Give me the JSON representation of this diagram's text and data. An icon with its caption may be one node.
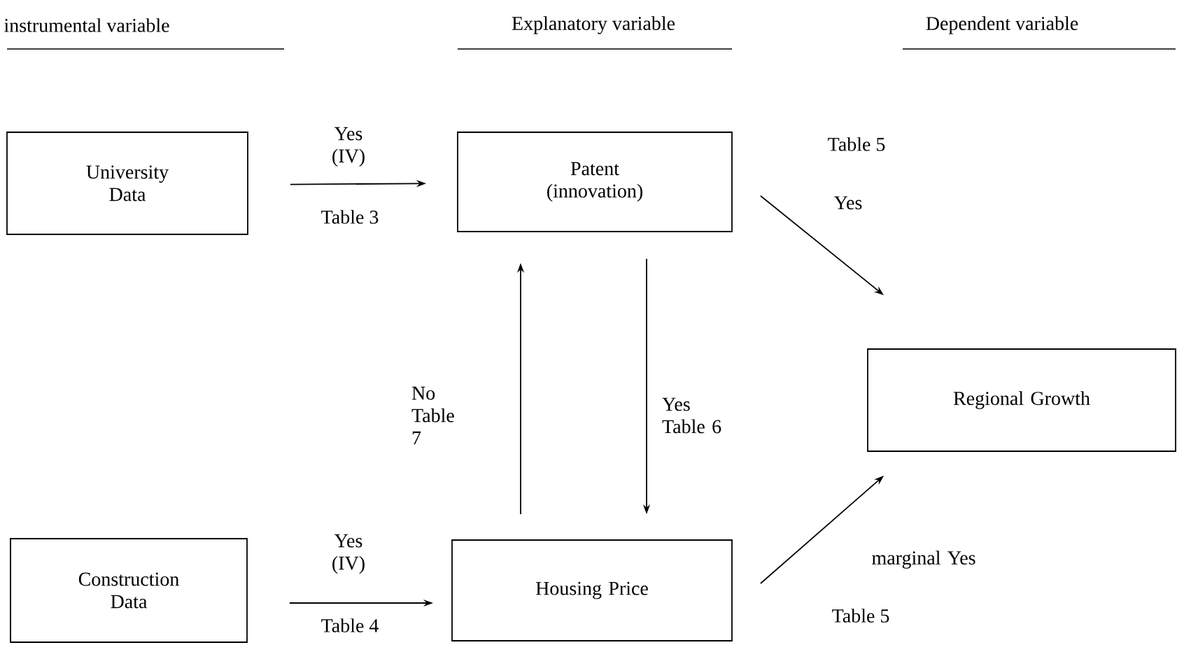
{
  "diagram": {
    "nodes": [
      {
        "text": [
          "University Data"
        ]
      },
      {
        "text": [
          "Patent (innovation)"
        ]
      },
      {
        "text": [
          "Regional Growth"
        ]
      },
      {
        "text": [
          "Construction Data"
        ]
      },
      {
        "text": [
          "Housing Price"
        ]
      }
    ],
    "edges": [
      {
        "from": 0,
        "to": 1,
        "arrow": "to",
        "label": "Yes (IV)"
      },
      {
        "from": 1,
        "to": 2,
        "arrow": "to",
        "label": "Yes"
      },
      {
        "from": 1,
        "to": 4,
        "arrow": "to",
        "label": "Yes Table 6"
      },
      {
        "from": 4,
        "to": 1,
        "arrow": "to",
        "label": "No Table 7"
      },
      {
        "from": 3,
        "to": 4,
        "arrow": "to",
        "label": "Yes (IV)"
      },
      {
        "from": 4,
        "to": 2,
        "arrow": "to",
        "label": "marginal Yes"
      }
    ],
    "labels": [
      "instrumental variable",
      "Explanatory variable",
      "Dependent variable",
      "Table 3",
      "Table 5",
      "Table 4",
      "Table 5"
    ]
  }
}
